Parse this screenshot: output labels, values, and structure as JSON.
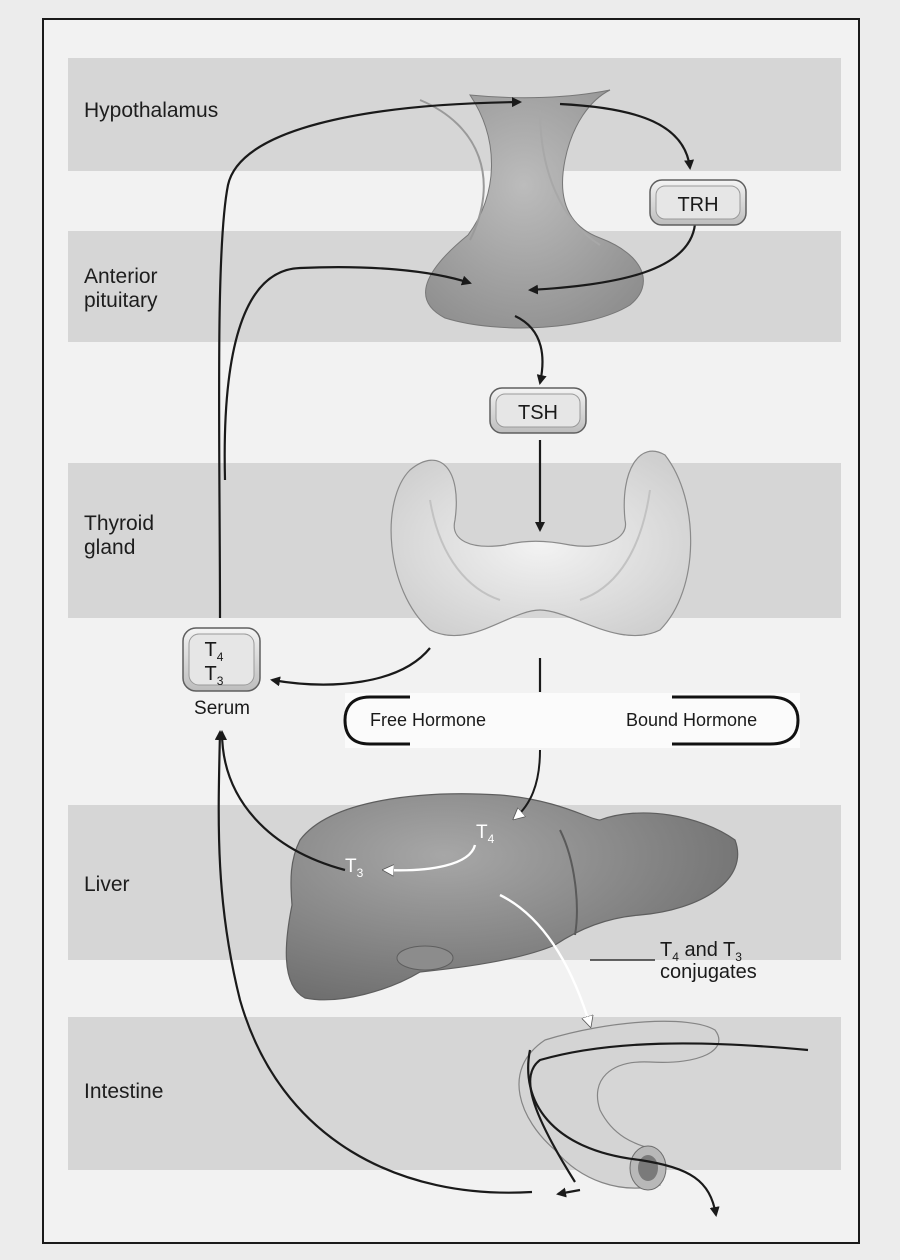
{
  "regions": {
    "hypothalamus": "Hypothalamus",
    "anterior_pituitary_line1": "Anterior",
    "anterior_pituitary_line2": "pituitary",
    "thyroid_line1": "Thyroid",
    "thyroid_line2": "gland",
    "liver": "Liver",
    "intestine": "Intestine"
  },
  "hormones": {
    "trh": "TRH",
    "tsh": "TSH",
    "t4": "T",
    "t4_sub": "4",
    "t3": "T",
    "t3_sub": "3",
    "serum": "Serum"
  },
  "equilibrium": {
    "free": "Free Hormone",
    "bound": "Bound Hormone"
  },
  "liver_labels": {
    "t4": "T",
    "t4_sub": "4",
    "t3": "T",
    "t3_sub": "3"
  },
  "conjugates": {
    "line1_a": "T",
    "line1_a_sub": "4",
    "line1_b": " and T",
    "line1_b_sub": "3",
    "line2": "conjugates"
  }
}
